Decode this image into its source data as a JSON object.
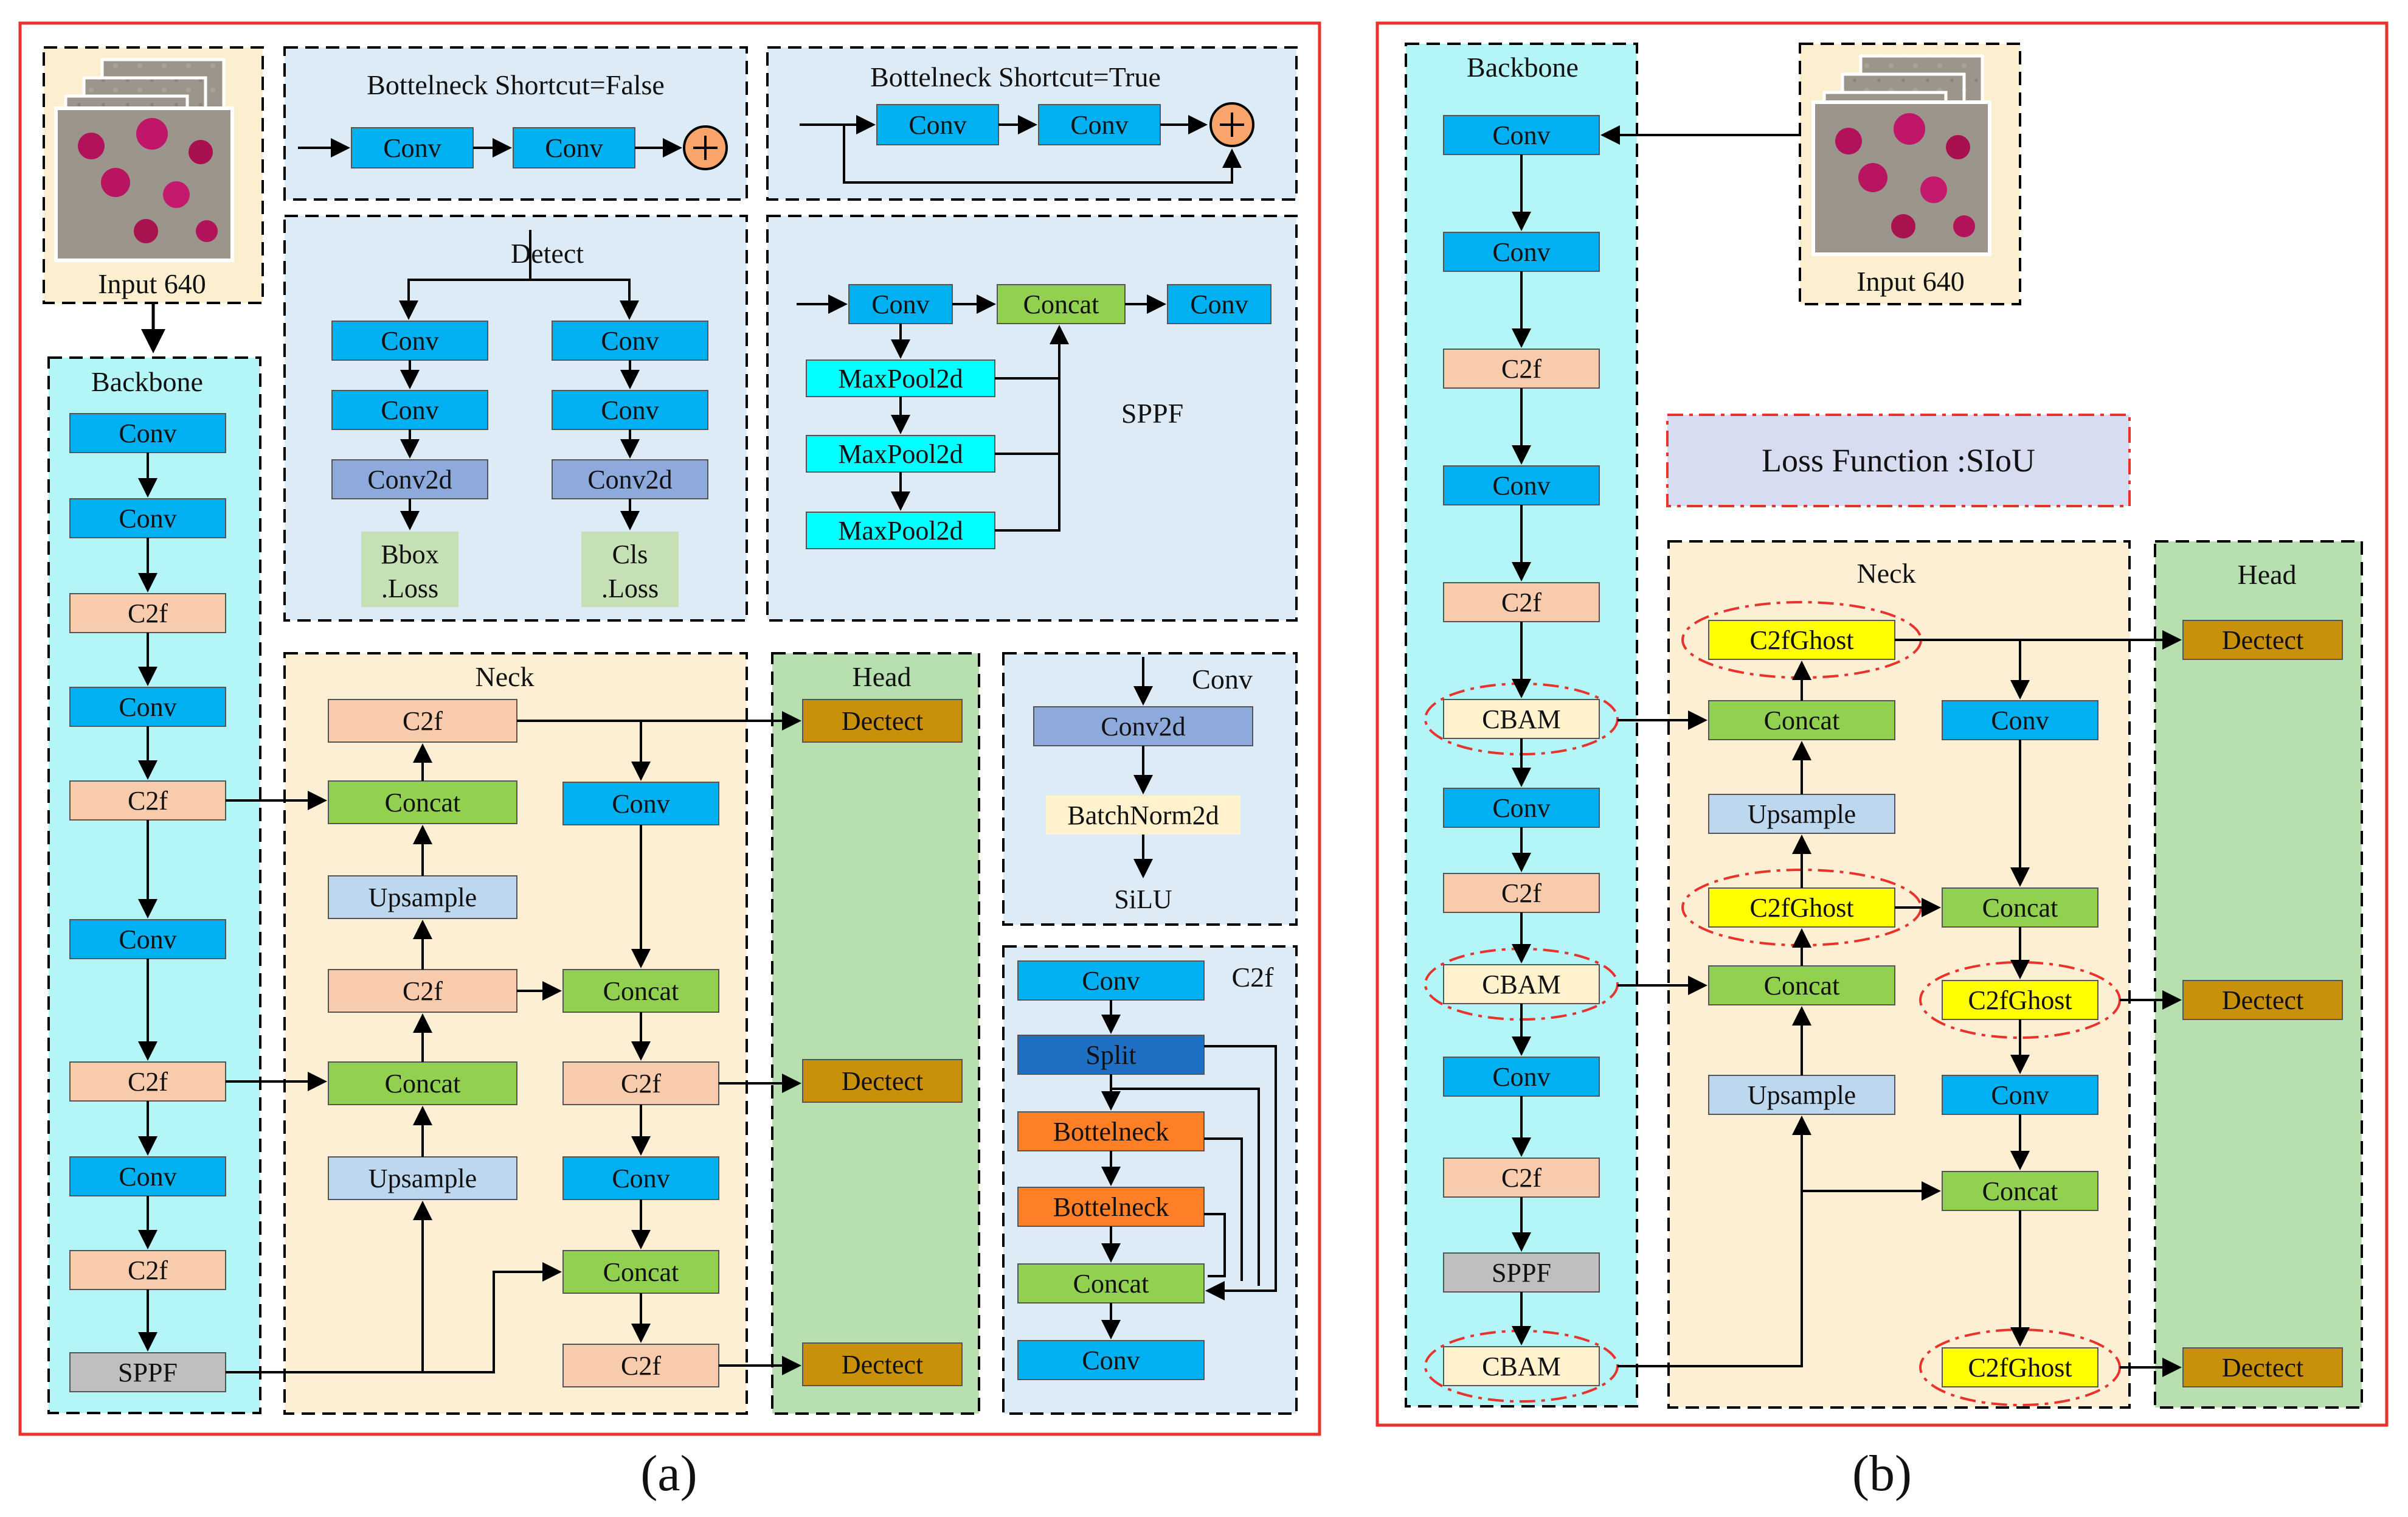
{
  "captions": {
    "a": "(a)",
    "b": "(b)"
  },
  "panel_a": {
    "input": {
      "label": "Input 640"
    },
    "bottleneck_false": {
      "title": "Bottelneck Shortcut=False",
      "conv": "Conv"
    },
    "bottleneck_true": {
      "title": "Bottelneck Shortcut=True",
      "conv": "Conv"
    },
    "detect": {
      "title": "Detect",
      "conv": "Conv",
      "conv2d": "Conv2d",
      "bbox_loss": [
        "Bbox",
        ".Loss"
      ],
      "cls_loss": [
        "Cls",
        ".Loss"
      ]
    },
    "sppf": {
      "title": "SPPF",
      "conv": "Conv",
      "concat": "Concat",
      "maxpool": "MaxPool2d"
    },
    "backbone": {
      "title": "Backbone",
      "blocks": [
        "Conv",
        "Conv",
        "C2f",
        "Conv",
        "C2f",
        "Conv",
        "C2f",
        "Conv",
        "C2f",
        "SPPF"
      ]
    },
    "neck": {
      "title": "Neck",
      "c2f": "C2f",
      "concat": "Concat",
      "upsample": "Upsample",
      "conv": "Conv"
    },
    "head": {
      "title": "Head",
      "detect": "Dectect"
    },
    "conv_module": {
      "title": "Conv",
      "blocks": [
        "Conv2d",
        "BatchNorm2d",
        "SiLU"
      ]
    },
    "c2f_module": {
      "title": "C2f",
      "conv": "Conv",
      "split": "Split",
      "bottleneck": "Bottelneck",
      "concat": "Concat"
    }
  },
  "panel_b": {
    "input": {
      "label": "Input 640"
    },
    "loss": {
      "label": "Loss Function :SIoU"
    },
    "backbone": {
      "title": "Backbone",
      "blocks": [
        "Conv",
        "Conv",
        "C2f",
        "Conv",
        "C2f",
        "CBAM",
        "Conv",
        "C2f",
        "CBAM",
        "Conv",
        "C2f",
        "SPPF",
        "CBAM"
      ]
    },
    "neck": {
      "title": "Neck",
      "c2fghost": "C2fGhost",
      "concat": "Concat",
      "upsample": "Upsample",
      "conv": "Conv"
    },
    "head": {
      "title": "Head",
      "detect": "Dectect"
    }
  },
  "colors": {
    "conv": "#00B0F0",
    "c2f": "#F8CBAD",
    "sppf": "#BFBFBF",
    "concat": "#92D050",
    "upsample": "#BDD7EE",
    "detect": "#C9900A",
    "conv2d": "#8EA9DB",
    "batchnorm": "#FFF2CC",
    "loss": "#E2F0D9",
    "maxpool": "#00FFFF",
    "split": "#1F6FC5",
    "bottleneck": "#FF7F27",
    "cbam": "#FFF2CC",
    "c2fghost": "#FFFF00",
    "cyan_bg": "#B4F6F8",
    "neck_bg": "#FDEFD3",
    "head_bg": "#B8DFB0",
    "module_bg": "#DDEBF7",
    "input_bg": "#FCEFD0",
    "frame": "#E8322B"
  }
}
